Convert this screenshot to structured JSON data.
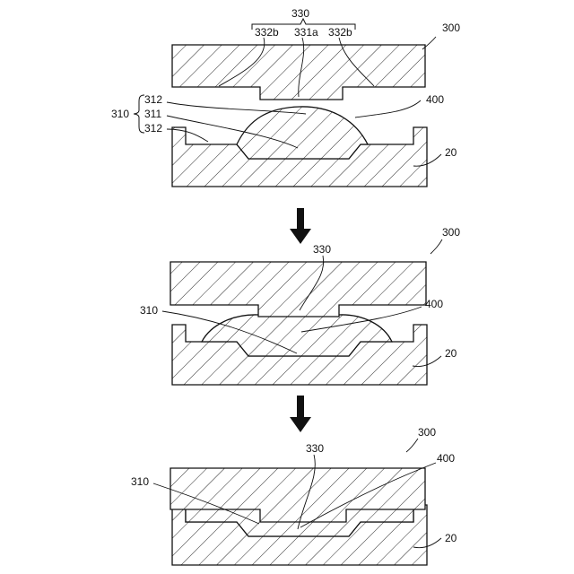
{
  "diagram": {
    "colors": {
      "line": "#111111",
      "background": "#ffffff"
    },
    "stage_1": {
      "ref_300": "300",
      "ref_330": "330",
      "ref_332b_left": "332b",
      "ref_331a": "331a",
      "ref_332b_right": "332b",
      "ref_310": "310",
      "ref_312_top": "312",
      "ref_311": "311",
      "ref_312_bottom": "312",
      "ref_400": "400",
      "ref_20": "20"
    },
    "stage_2": {
      "ref_300": "300",
      "ref_330": "330",
      "ref_310": "310",
      "ref_400": "400",
      "ref_20": "20"
    },
    "stage_3": {
      "ref_300": "300",
      "ref_330": "330",
      "ref_310": "310",
      "ref_400": "400",
      "ref_20": "20"
    }
  }
}
